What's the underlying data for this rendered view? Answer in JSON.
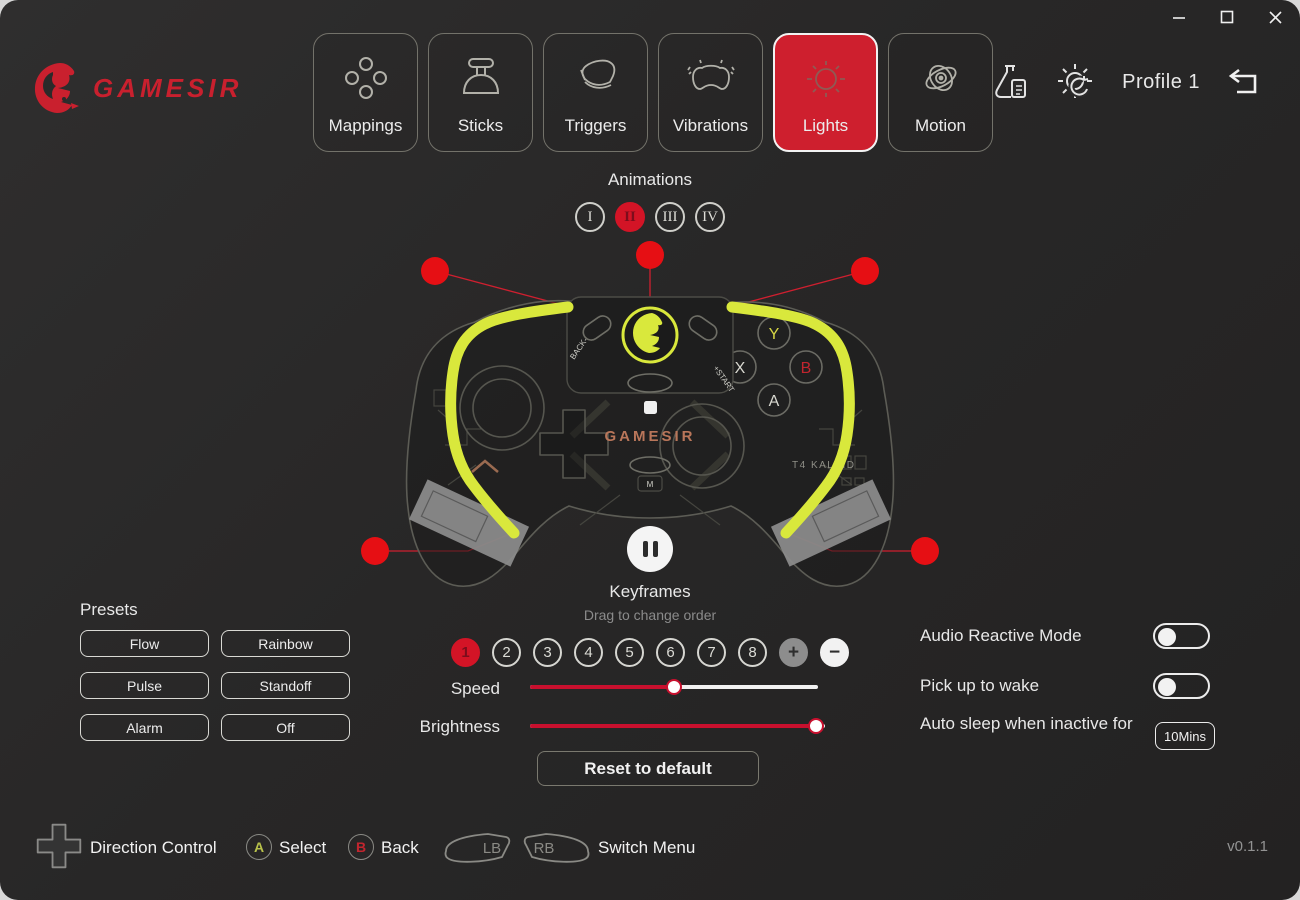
{
  "window": {
    "title_icons": [
      "minimize",
      "maximize",
      "close"
    ],
    "version": "v0.1.1"
  },
  "brand": {
    "wordmark": "GAMESIR"
  },
  "nav": {
    "tabs": [
      {
        "label": "Mappings",
        "icon": "button-cluster-icon",
        "active": false
      },
      {
        "label": "Sticks",
        "icon": "thumbstick-icon",
        "active": false
      },
      {
        "label": "Triggers",
        "icon": "trigger-icon",
        "active": false
      },
      {
        "label": "Vibrations",
        "icon": "vibration-gamepad-icon",
        "active": false
      },
      {
        "label": "Lights",
        "icon": "sun-icon",
        "active": true
      },
      {
        "label": "Motion",
        "icon": "gyroscope-icon",
        "active": false
      }
    ]
  },
  "topbar": {
    "profile_label": "Profile 1",
    "icons": [
      "firmware-test-icon",
      "gear-sync-icon",
      "return-icon"
    ]
  },
  "animations": {
    "title": "Animations",
    "options": [
      {
        "label": "I",
        "active": false
      },
      {
        "label": "II",
        "active": true
      },
      {
        "label": "III",
        "active": false
      },
      {
        "label": "IV",
        "active": false
      }
    ]
  },
  "controller": {
    "back_label": "BACK-",
    "start_label": "+START",
    "brand_text": "GAMESIR",
    "model_text": "T4 KALEID",
    "m_label": "M",
    "buttons": {
      "y": "Y",
      "x": "X",
      "b": "B",
      "a": "A"
    },
    "light_color": "#d9e83c",
    "marker_color": "#e60f14"
  },
  "playback": {
    "state": "pause"
  },
  "keyframes": {
    "title": "Keyframes",
    "subtitle": "Drag to change order",
    "frames": [
      "1",
      "2",
      "3",
      "4",
      "5",
      "6",
      "7",
      "8"
    ],
    "active_frame": "1",
    "add_label": "+",
    "remove_label": "−"
  },
  "sliders": {
    "speed": {
      "label": "Speed",
      "value_pct": 50
    },
    "brightness": {
      "label": "Brightness",
      "value_pct": 97
    }
  },
  "reset": {
    "label": "Reset to default"
  },
  "presets": {
    "title": "Presets",
    "items": [
      "Flow",
      "Rainbow",
      "Pulse",
      "Standoff",
      "Alarm",
      "Off"
    ]
  },
  "settings": {
    "audio_reactive": {
      "label": "Audio Reactive Mode",
      "state": "off"
    },
    "pick_up_wake": {
      "label": "Pick up to wake",
      "state": "off"
    },
    "auto_sleep": {
      "label": "Auto sleep when inactive for",
      "value": "10Mins"
    }
  },
  "footer": {
    "items": [
      {
        "icon": "dpad-icon",
        "label": "Direction Control"
      },
      {
        "icon": "a-button-icon",
        "key": "A",
        "label": "Select"
      },
      {
        "icon": "b-button-icon",
        "key": "B",
        "label": "Back"
      },
      {
        "icon": "lb-rb-bumper-icon",
        "key_lb": "LB",
        "key_rb": "RB",
        "label": "Switch Menu"
      }
    ]
  },
  "colors": {
    "accent_red": "#ce1f2e",
    "marker_red": "#e60f14",
    "lime": "#d9e83c",
    "salmon": "#b9765a",
    "background": "#282727"
  }
}
